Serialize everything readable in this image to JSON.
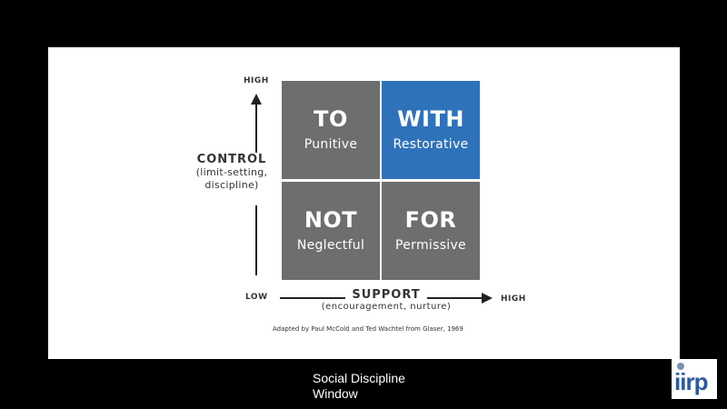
{
  "diagram": {
    "y_axis": {
      "high": "HIGH",
      "title": "CONTROL",
      "subtitle_line1": "(limit-setting,",
      "subtitle_line2": "discipline)"
    },
    "x_axis": {
      "low": "LOW",
      "high": "HIGH",
      "title": "SUPPORT",
      "subtitle": "(encouragement, nurture)"
    },
    "quadrants": {
      "top_left": {
        "word": "TO",
        "label": "Punitive"
      },
      "top_right": {
        "word": "WITH",
        "label": "Restorative"
      },
      "bottom_left": {
        "word": "NOT",
        "label": "Neglectful"
      },
      "bottom_right": {
        "word": "FOR",
        "label": "Permissive"
      }
    },
    "credit": "Adapted by Paul McCold and Ted Wachtel from Glaser, 1969",
    "colors": {
      "gray": "#6d6e70",
      "blue": "#2e72ba"
    }
  },
  "caption": {
    "line1": "Social Discipline",
    "line2": "Window"
  },
  "logo": {
    "text": "iirp"
  }
}
